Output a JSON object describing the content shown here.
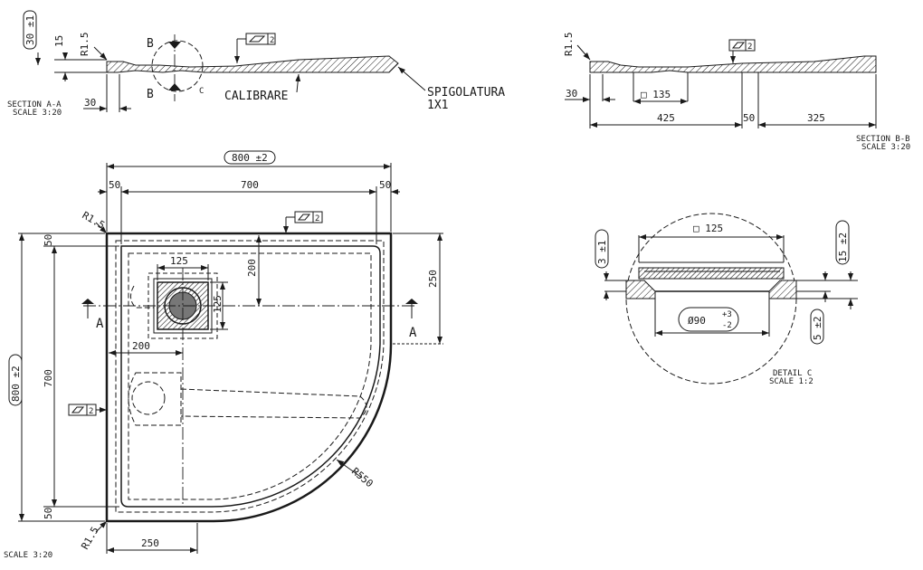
{
  "drawing": {
    "section_aa": {
      "title": "SECTION A-A",
      "scale": "SCALE 3:20",
      "dim_30_tol": "30 ±1",
      "dim_15": "15",
      "dim_30_bottom": "30",
      "radius": "R1.5",
      "flatness": "2",
      "section_b": "B",
      "detail_c": "C",
      "calibrare": "CALIBRARE",
      "spigolatura": "SPIGOLATURA",
      "spigolatura_size": "1X1"
    },
    "section_bb": {
      "title": "SECTION B-B",
      "scale": "SCALE 3:20",
      "radius": "R1.5",
      "flatness": "2",
      "dim_30": "30",
      "dim_135": "□ 135",
      "dim_425": "425",
      "dim_50": "50",
      "dim_325": "325"
    },
    "plan": {
      "scale": "SCALE 3:20",
      "dim_800_top": "800 ±2",
      "dim_50_left": "50",
      "dim_700": "700",
      "dim_50_right": "50",
      "dim_800_side": "800 ±2",
      "dim_700_side": "700",
      "dim_50_top": "50",
      "dim_50_bottom": "50",
      "dim_125_h": "125",
      "dim_125_v": "125",
      "dim_200_v": "200",
      "dim_200_h": "200",
      "dim_250_right": "250",
      "dim_250_bottom": "250",
      "radius_top": "R1.5",
      "radius_bottom": "R1.5",
      "radius_arc": "R550",
      "section_a": "A",
      "flatness": "2"
    },
    "detail_c": {
      "title": "DETAIL C",
      "scale": "SCALE 1:2",
      "dim_125": "□ 125",
      "dim_3": "3 ±1",
      "dim_15": "15 ±2",
      "dim_5": "5 ±2",
      "dim_90": "Ø90",
      "tol_plus": "+3",
      "tol_minus": "-2"
    }
  }
}
